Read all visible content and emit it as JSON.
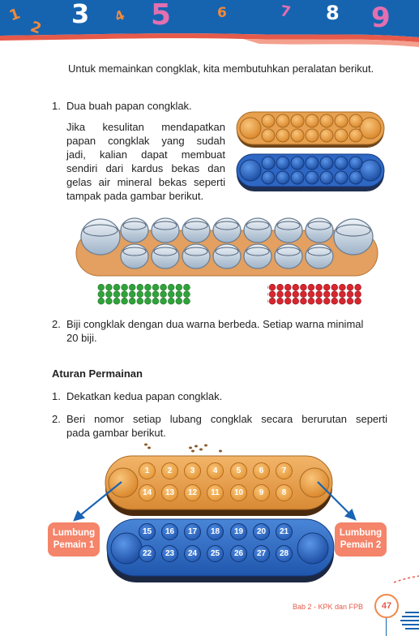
{
  "header": {
    "digits": [
      "1",
      "2",
      "3",
      "4",
      "5",
      "6",
      "7",
      "8",
      "9"
    ]
  },
  "intro": "Untuk memainkan congklak, kita membutuhkan peralatan berikut.",
  "item1": {
    "num": "1.",
    "title": "Dua buah papan congklak.",
    "lines": [
      "Jika kesulitan mendapatkan",
      "papan congklak yang sudah",
      "jadi, kalian dapat membuat",
      "sendiri dari kardus bekas dan",
      "gelas air mineral bekas seperti",
      "tampak pada gambar berikut."
    ]
  },
  "item2": {
    "num": "2.",
    "line1": "Biji congklak dengan dua warna berbeda. Setiap warna minimal",
    "line2": "20 biji."
  },
  "section_title": "Aturan Permainan",
  "rules": [
    {
      "num": "1.",
      "line1": "Dekatkan kedua papan congklak.",
      "line2": ""
    },
    {
      "num": "2.",
      "line1": "Beri nomor setiap lubang congklak secara berurutan seperti",
      "line2": "pada gambar berikut."
    }
  ],
  "board_numbers": {
    "orange_top": [
      "1",
      "2",
      "3",
      "4",
      "5",
      "6",
      "7"
    ],
    "orange_bottom": [
      "14",
      "13",
      "12",
      "11",
      "10",
      "9",
      "8"
    ],
    "blue_top": [
      "15",
      "16",
      "17",
      "18",
      "19",
      "20",
      "21"
    ],
    "blue_bottom": [
      "22",
      "23",
      "24",
      "25",
      "26",
      "27",
      "28"
    ]
  },
  "labels": {
    "lumbung1": "Lumbung Pemain 1",
    "lumbung2": "Lumbung Pemain 2"
  },
  "footer": {
    "chapter": "Bab 2 - KPK dan FPB",
    "page": "47"
  },
  "colors": {
    "accent_blue": "#1664b0",
    "coral": "#f4846a",
    "orange_board": "#e8a04c",
    "blue_board": "#2e67c4",
    "seed_green": "#2fa33a",
    "seed_red": "#d9252e"
  }
}
